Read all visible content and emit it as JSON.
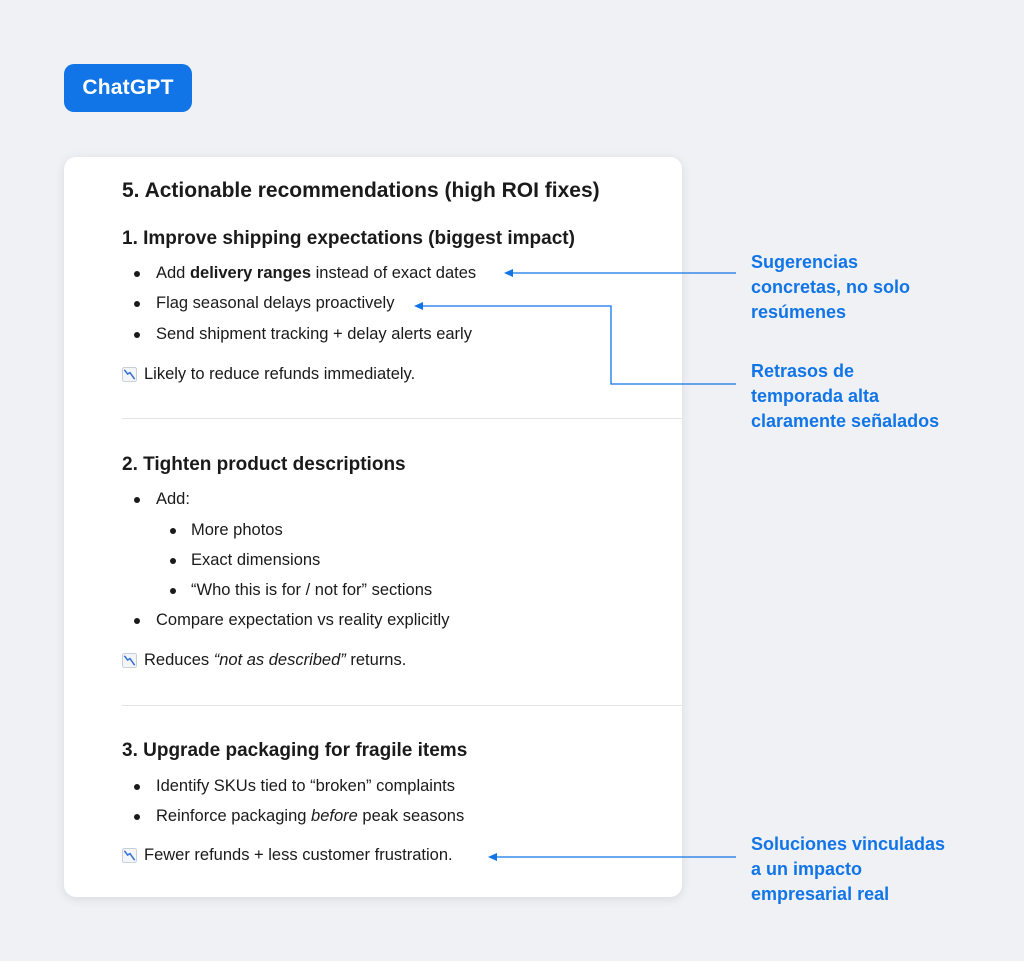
{
  "badge": {
    "label": "ChatGPT"
  },
  "card": {
    "title": "5. Actionable recommendations (high ROI fixes)",
    "sections": [
      {
        "heading": "1. Improve shipping expectations (biggest impact)",
        "item1_prefix": "Add ",
        "item1_bold": "delivery ranges",
        "item1_suffix": " instead of exact dates",
        "item2": "Flag seasonal delays proactively",
        "item3": "Send shipment tracking + delay alerts early",
        "impact": "Likely to reduce refunds immediately."
      },
      {
        "heading": "2. Tighten product descriptions",
        "item1": "Add:",
        "sub1": "More photos",
        "sub2": "Exact dimensions",
        "sub3": "“Who this is for / not for” sections",
        "item2": "Compare expectation vs reality explicitly",
        "impact_prefix": "Reduces ",
        "impact_italic": "“not as described”",
        "impact_suffix": " returns."
      },
      {
        "heading": "3. Upgrade packaging for fragile items",
        "item1": "Identify SKUs tied to “broken” complaints",
        "item2_prefix": "Reinforce packaging ",
        "item2_italic": "before",
        "item2_suffix": " peak seasons",
        "impact": "Fewer refunds + less customer frustration."
      }
    ]
  },
  "annotations": {
    "note1": [
      "Sugerencias",
      "concretas, no solo",
      "resúmenes"
    ],
    "note2": [
      "Retrasos de",
      "temporada alta",
      "claramente señalados"
    ],
    "note3": [
      "Soluciones vinculadas",
      "a un impacto",
      "empresarial real"
    ]
  },
  "colors": {
    "accent": "#1175e8",
    "background": "#eff1f5",
    "card": "#ffffff",
    "text": "#1a1a1a"
  },
  "icons": {
    "impact": "chart-decreasing-icon",
    "bullet": "bullet-dot"
  }
}
